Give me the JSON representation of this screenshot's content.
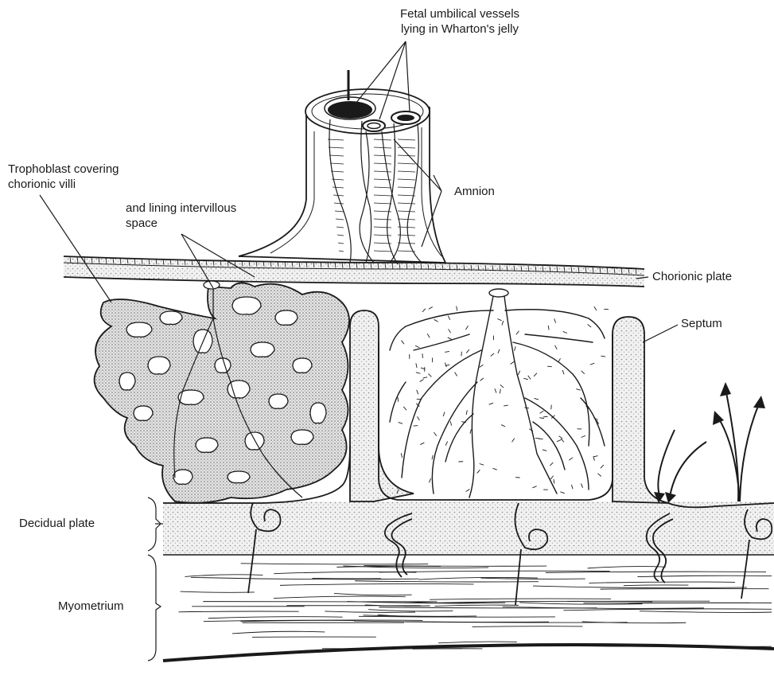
{
  "labels": {
    "fetal_vessels_line1": "Fetal umbilical vessels",
    "fetal_vessels_line2": "lying in Wharton's jelly",
    "trophoblast_line1": "Trophoblast covering",
    "trophoblast_line2": "chorionic villi",
    "intervillous_line1": "and lining intervillous",
    "intervillous_line2": "space",
    "amnion": "Amnion",
    "chorionic_plate": "Chorionic plate",
    "septum": "Septum",
    "decidual_plate": "Decidual plate",
    "myometrium": "Myometrium"
  },
  "colors": {
    "ink": "#1a1a1a",
    "stipple": "#9a9a9a",
    "stipple_fill": "#ececec",
    "background": "#ffffff"
  }
}
